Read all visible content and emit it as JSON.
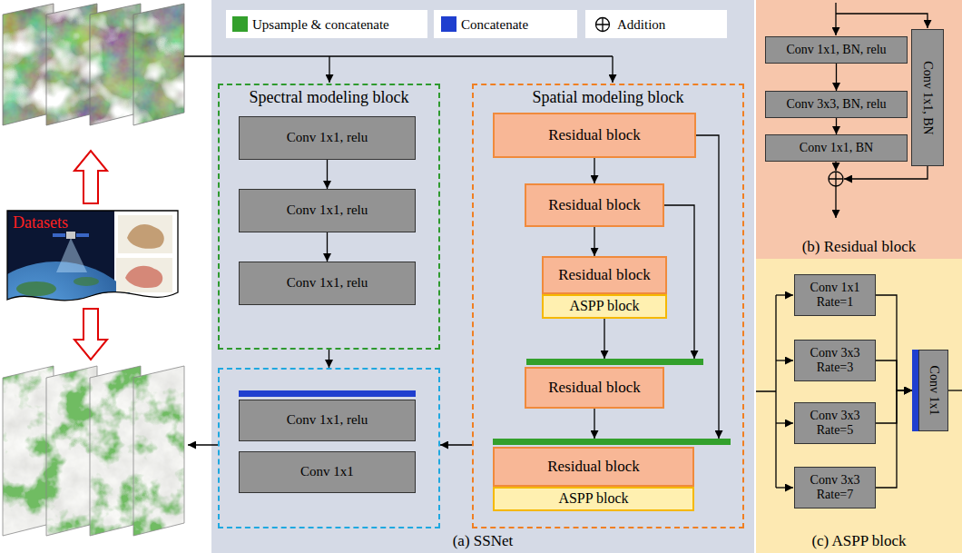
{
  "diagram": {
    "nodes": [
      {
        "text": [
          "(a) SSNet"
        ]
      },
      {
        "text": [
          "Spectral modeling block"
        ],
        "in": 0
      },
      {
        "text": [
          "Conv 1x1, relu"
        ],
        "in": 1
      },
      {
        "text": [
          "Conv 1x1, relu"
        ],
        "in": 1
      },
      {
        "text": [
          "Conv 1x1, relu"
        ],
        "in": 1
      },
      {
        "text": [
          "Spatial modeling block"
        ],
        "in": 0
      },
      {
        "text": [
          "Residual block"
        ],
        "in": 5
      },
      {
        "text": [
          "Residual block"
        ],
        "in": 5
      },
      {
        "text": [
          "Residual block"
        ],
        "in": 5
      },
      {
        "text": [
          "ASPP block"
        ],
        "in": 5
      },
      {
        "text": [
          "Residual block"
        ],
        "in": 5
      },
      {
        "text": [
          "Residual block"
        ],
        "in": 5
      },
      {
        "text": [
          "ASPP block"
        ],
        "in": 5
      },
      {
        "text": [],
        "in": 0
      },
      {
        "text": [
          "Conv 1x1, relu"
        ],
        "in": 13
      },
      {
        "text": [
          "Conv 1x1"
        ],
        "in": 13
      },
      {
        "text": [
          "(b) Residual block"
        ]
      },
      {
        "text": [
          "Conv 1x1, BN, relu"
        ],
        "in": 16
      },
      {
        "text": [
          "Conv 3x3, BN, relu"
        ],
        "in": 16
      },
      {
        "text": [
          "Conv 1x1, BN"
        ],
        "in": 16
      },
      {
        "text": [
          "Conv 1x1, BN"
        ],
        "in": 16
      },
      {
        "text": [
          "(c) ASPP block"
        ]
      },
      {
        "text": [
          "Conv 1x1 Rate=1"
        ],
        "in": 21
      },
      {
        "text": [
          "Conv 3x3 Rate=3"
        ],
        "in": 21
      },
      {
        "text": [
          "Conv 3x3 Rate=5"
        ],
        "in": 21
      },
      {
        "text": [
          "Conv 3x3 Rate=7"
        ],
        "in": 21
      },
      {
        "text": [
          "Conv 1x1"
        ],
        "in": 21
      }
    ],
    "edges": [
      {
        "from": 2,
        "to": 3,
        "arrow": "to"
      },
      {
        "from": 3,
        "to": 4,
        "arrow": "to"
      },
      {
        "from": 1,
        "to": 13,
        "arrow": "to"
      },
      {
        "from": 6,
        "to": 7,
        "arrow": "to"
      },
      {
        "from": 7,
        "to": 8,
        "arrow": "to"
      },
      {
        "from": 6,
        "to": 11,
        "arrow": "to"
      },
      {
        "from": 7,
        "to": 10,
        "arrow": "to"
      },
      {
        "from": 9,
        "to": 10,
        "arrow": "to"
      },
      {
        "from": 10,
        "to": 11,
        "arrow": "to"
      },
      {
        "from": 5,
        "to": 13,
        "arrow": "to"
      },
      {
        "from": 17,
        "to": 18,
        "arrow": "to"
      },
      {
        "from": 18,
        "to": 19,
        "arrow": "to"
      },
      {
        "from": 22,
        "to": 26,
        "arrow": "to"
      },
      {
        "from": 23,
        "to": 26,
        "arrow": "to"
      },
      {
        "from": 24,
        "to": 26,
        "arrow": "to"
      },
      {
        "from": 25,
        "to": 26,
        "arrow": "to"
      }
    ],
    "labels": [
      "Datasets"
    ],
    "legend": [
      {
        "text": "Upsample & concatenate",
        "color": "#33a02c"
      },
      {
        "text": "Concatenate",
        "color": "#1f3fcf"
      },
      {
        "text": "Addition"
      }
    ]
  }
}
